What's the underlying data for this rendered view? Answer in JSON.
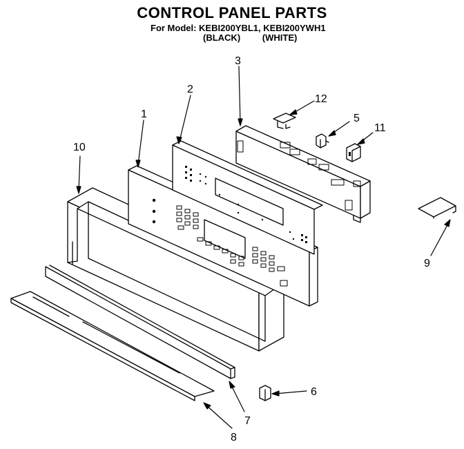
{
  "header": {
    "title": "CONTROL PANEL PARTS",
    "subtitle": "For Model: KEBI200YBL1, KEBI200YWH1",
    "variant_black": "(BLACK)",
    "variant_white": "(WHITE)"
  },
  "callouts": {
    "c1": "1",
    "c2": "2",
    "c3": "3",
    "c5": "5",
    "c6": "6",
    "c7": "7",
    "c8": "8",
    "c9": "9",
    "c10": "10",
    "c11": "11",
    "c12": "12"
  }
}
